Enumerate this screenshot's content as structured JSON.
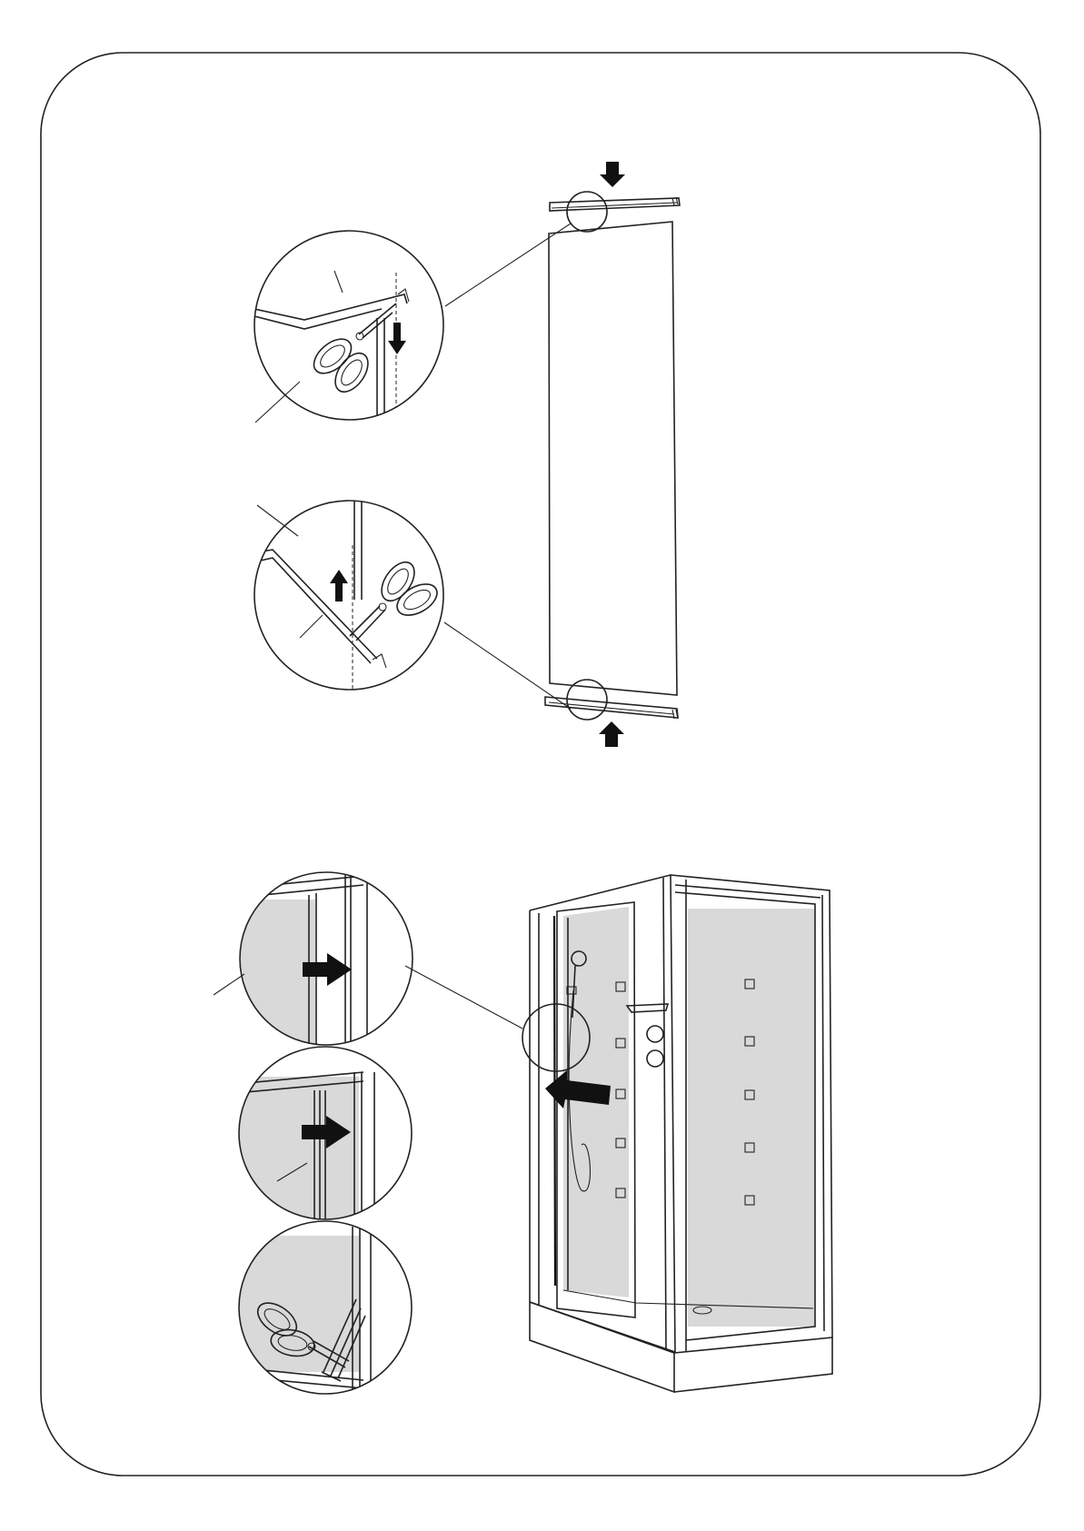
{
  "page": {
    "title": "",
    "border_color": "#222222",
    "detail_fill_color": "#d9d9d9"
  },
  "step_top": {
    "panel": {
      "label": ""
    },
    "top_strip": {
      "label": "",
      "arrow_direction": "down"
    },
    "bottom_strip": {
      "label": "",
      "arrow_direction": "up"
    },
    "detail_top": {
      "icon": "scissors-icon",
      "arrow_direction": "down"
    },
    "detail_bottom": {
      "icon": "scissors-icon",
      "arrow_direction": "up"
    }
  },
  "step_bottom": {
    "enclosure": {
      "label": "",
      "arrow_direction": "left"
    },
    "detail_1": {
      "arrow_direction": "right"
    },
    "detail_2": {
      "arrow_direction": "right"
    },
    "detail_3": {
      "icon": "scissors-icon"
    }
  }
}
